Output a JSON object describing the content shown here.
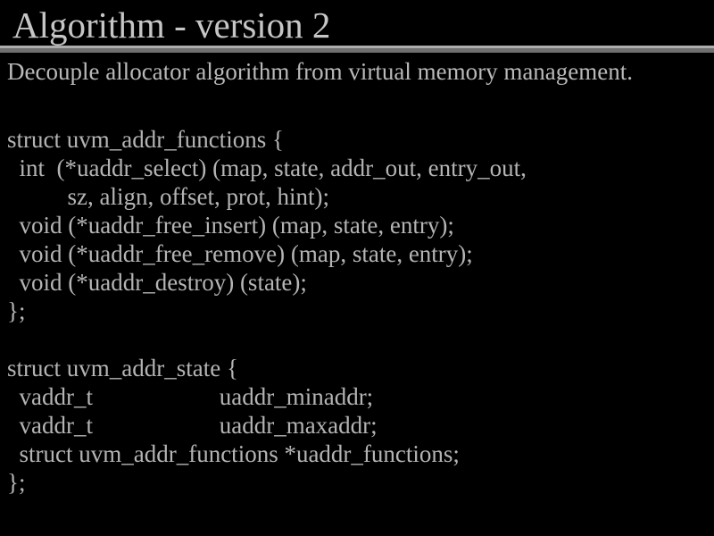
{
  "slide": {
    "title": "Algorithm - version 2",
    "lead": "Decouple allocator algorithm from virtual memory management.",
    "code_block_1": [
      "struct uvm_addr_functions {",
      "  int  (*uaddr_select) (map, state, addr_out, entry_out,",
      "          sz, align, offset, prot, hint);",
      "  void (*uaddr_free_insert) (map, state, entry);",
      "  void (*uaddr_free_remove) (map, state, entry);",
      "  void (*uaddr_destroy) (state);",
      "};"
    ],
    "code_block_2": [
      "struct uvm_addr_state {",
      "  vaddr_t                     uaddr_minaddr;",
      "  vaddr_t                     uaddr_maxaddr;",
      "  struct uvm_addr_functions *uaddr_functions;",
      "};"
    ],
    "colors": {
      "background": "#000000",
      "title_text": "#c6c6c6",
      "body_text": "#b9b9b9",
      "code_text": "#b4b4b4",
      "rule_light": "#adadad",
      "rule_dark": "#6f6f6f"
    }
  }
}
